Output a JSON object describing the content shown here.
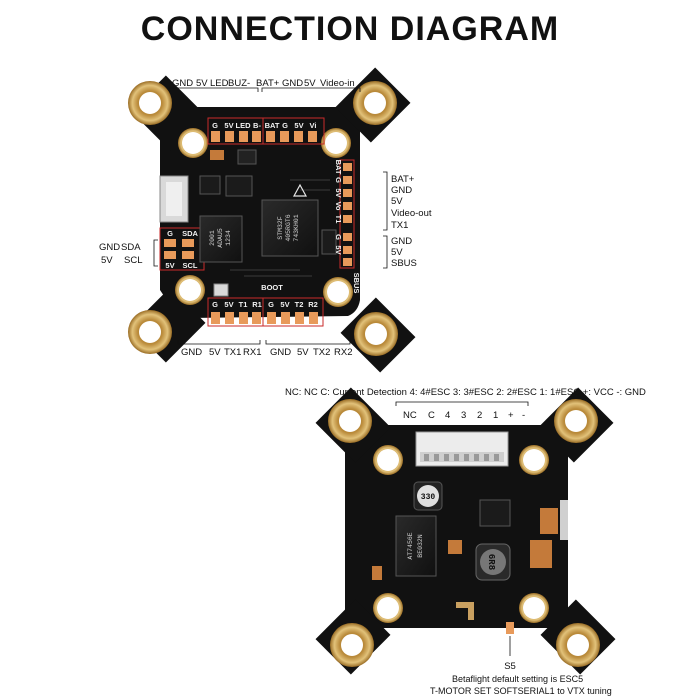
{
  "title": "CONNECTION DIAGRAM",
  "fc": {
    "top_labels": [
      "GND",
      "5V",
      "LED",
      "BUZ-",
      "BAT+",
      "GND",
      "5V",
      "Video-in"
    ],
    "top_silk": [
      "G",
      "5V",
      "LED",
      "B-",
      "BAT",
      "G",
      "5V",
      "Vi"
    ],
    "right_labels_1": [
      "BAT+",
      "GND",
      "5V",
      "Video-out",
      "TX1"
    ],
    "right_labels_2": [
      "GND",
      "5V",
      "SBUS"
    ],
    "right_silk": [
      "BAT",
      "G",
      "5V",
      "Vo",
      "T1",
      "G",
      "5V"
    ],
    "right_silk_sbus": "SBUS",
    "left_labels": [
      "GND",
      "SDA",
      "5V",
      "SCL"
    ],
    "left_silk": [
      "G",
      "SDA",
      "5V",
      "SCL"
    ],
    "bottom_labels_1": [
      "GND",
      "5V",
      "TX1",
      "RX1"
    ],
    "bottom_labels_2": [
      "GND",
      "5V",
      "TX2",
      "RX2"
    ],
    "bottom_silk": [
      "G",
      "5V",
      "T1",
      "R1",
      "G",
      "5V",
      "T2",
      "R2"
    ],
    "boot": "BOOT",
    "mcu_text": [
      "STM32F",
      "405RGT6",
      "743KH01"
    ],
    "chip2_text": [
      "2001",
      "ADAU5",
      "1234"
    ]
  },
  "esc": {
    "header": "NC: NC  C: Current Detection  4: 4#ESC  3: 3#ESC   2: 2#ESC  1: 1#ESC  +: VCC  -: GND",
    "pin_labels": [
      "NC",
      "C",
      "4",
      "3",
      "2",
      "1",
      "+",
      "-"
    ],
    "inductor": "330",
    "inductor2": "6R8",
    "chip_text": [
      "AT7456E",
      "BE032N"
    ],
    "s5": "S5",
    "note1": "Betaflight default setting is ESC5",
    "note2": "T-MOTOR SET SOFTSERIAL1 to VTX tuning"
  }
}
